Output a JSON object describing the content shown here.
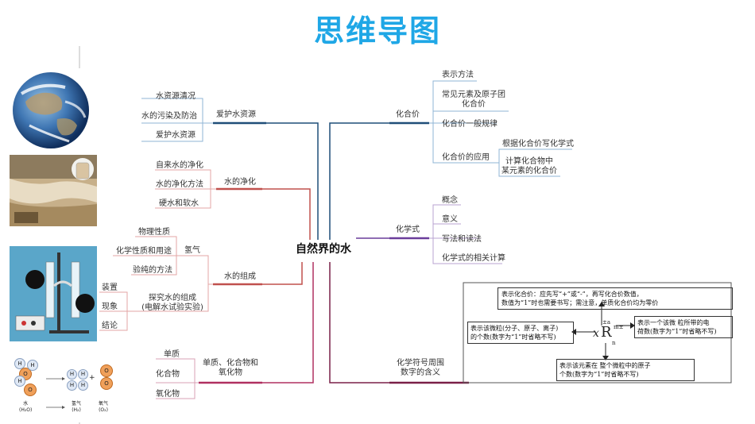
{
  "title": "思维导图",
  "center": "自然界的水",
  "left": {
    "protect": {
      "label": "爱护水资源",
      "items": [
        "水资源清况",
        "水的污染及防治",
        "爱护水资源"
      ]
    },
    "purify": {
      "label": "水的净化",
      "items": [
        "自来水的净化",
        "水的净化方法",
        "硬水和软水"
      ]
    },
    "composition": {
      "label": "水的组成",
      "hydrogen": {
        "label": "氢气",
        "items": [
          "物理性质",
          "化学性质和用途",
          "验纯的方法"
        ]
      },
      "electrolysis": {
        "label_line1": "探究水的组成",
        "label_line2": "(电解水试验实验)",
        "items": [
          "装置",
          "现象",
          "结论"
        ]
      }
    },
    "substances": {
      "label_line1": "单质、化合物和",
      "label_line2": "氧化物",
      "items": [
        "单质",
        "化合物",
        "氧化物"
      ]
    }
  },
  "right": {
    "valence": {
      "label": "化合价",
      "items": [
        "表示方法",
        "化合价一般规律",
        "化合价的应用"
      ],
      "item2_line1": "常见元素及原子团",
      "item2_line2": "化合价",
      "application_items": [
        "根据化合价写化学式"
      ],
      "app2_line1": "计算化合物中",
      "app2_line2": "某元素的化合价"
    },
    "formula": {
      "label": "化学式",
      "items": [
        "概念",
        "意义",
        "写法和读法",
        "化学式的相关计算"
      ]
    },
    "symbol": {
      "label_line1": "化学符号周围",
      "label_line2": "数字的含义"
    }
  },
  "notes": {
    "top_line1": "表示化合价：应先写“+”或“-”，再写化合价数值，",
    "top_line2": "数值为“1”时也需要书写；需注意，单质化合价均为零价",
    "left_line1": "表示该微粒(分子、原子、离子)",
    "left_line2": "的个数(数字为“1”时省略不写)",
    "right_line1": "表示一个该微 粒所带的电",
    "right_line2": "荷数(数字为“1”时省略不写)",
    "bottom_line1": "表示该元素在 整个微粒中的原子",
    "bottom_line2": "个数(数字为“1”时省略不写)",
    "symbol_x": "x",
    "symbol_r": "R",
    "symbol_sup": "±a",
    "symbol_charge": "m±",
    "symbol_sub": "n"
  },
  "molecule": {
    "water_line1": "水",
    "water_line2": "(H₂O)",
    "h2_line1": "氢气",
    "h2_line2": "(H₂)",
    "o2_line1": "氧气",
    "o2_line2": "(O₂)",
    "plus": "+",
    "h": "H",
    "o": "O"
  },
  "colors": {
    "title": "#1fa7e6",
    "protect": "#1f4e79",
    "purify": "#c0504d",
    "composition": "#c0504d",
    "substances": "#b03060",
    "valence": "#1f4e79",
    "formula": "#6a3d9a",
    "symbol": "#7a2048"
  }
}
